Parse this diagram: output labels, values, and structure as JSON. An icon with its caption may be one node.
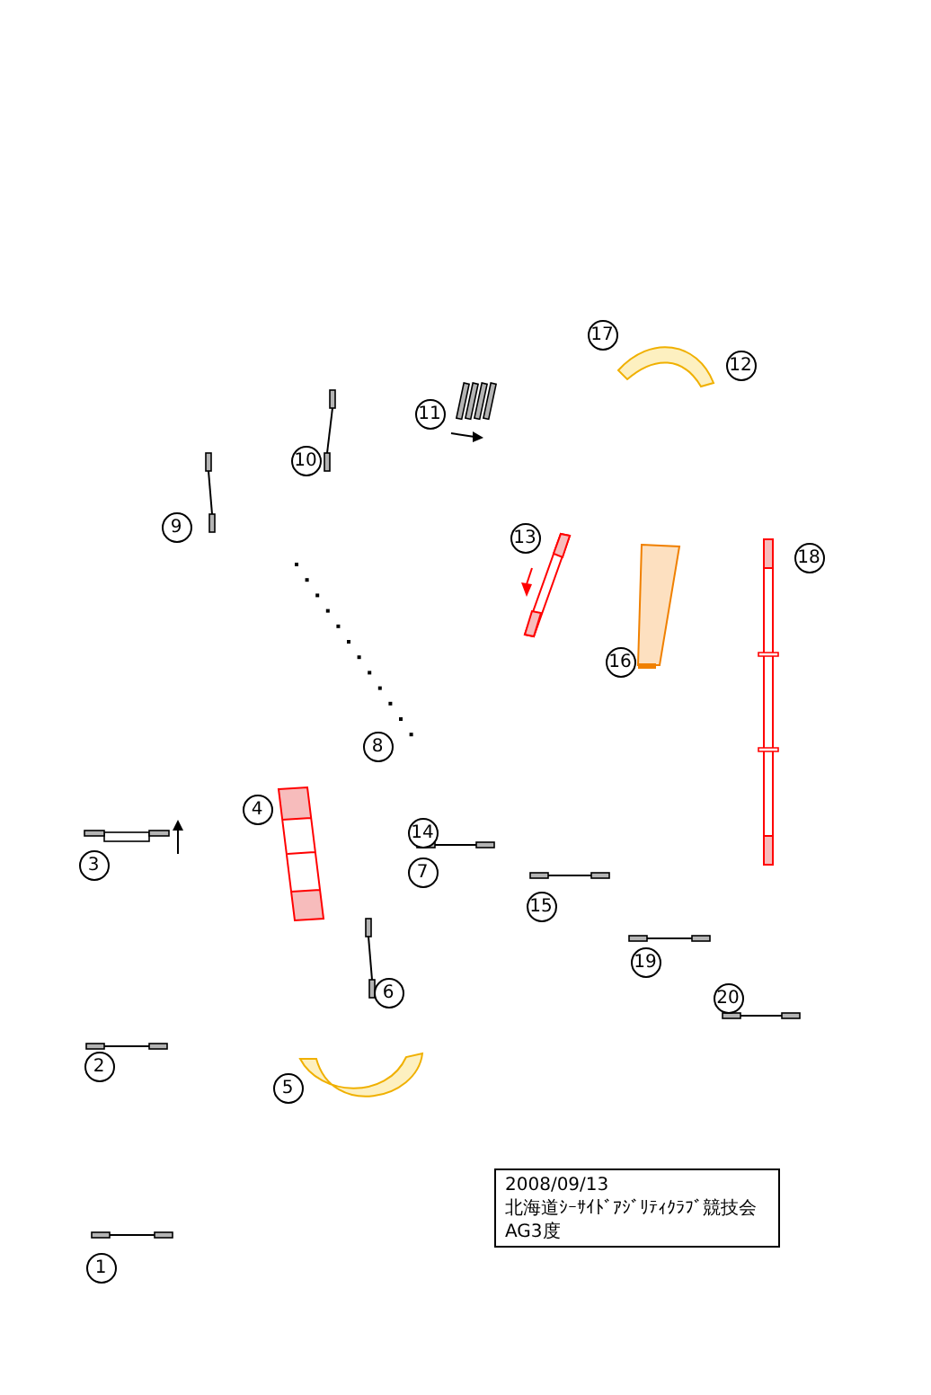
{
  "diagram": {
    "nodes": [
      {
        "text": [
          "2008/09/13",
          "北海道ｼｰｻｲﾄﾞｱｼﾞﾘﾃｨｸﾗﾌﾞ競技会",
          "AG3度"
        ]
      }
    ],
    "labels": [
      "17",
      "12",
      "11",
      "10",
      "9",
      "13",
      "18",
      "16",
      "8",
      "4",
      "14",
      "3",
      "7",
      "15",
      "19",
      "6",
      "20",
      "2",
      "5",
      "1"
    ]
  }
}
